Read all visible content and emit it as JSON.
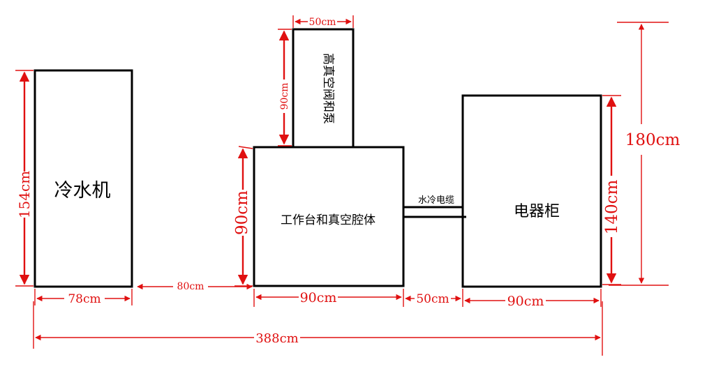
{
  "components": {
    "chiller": "冷水机",
    "workbench": "工作台和真空腔体",
    "valve": "高真空阀和泵",
    "cabinet": "电器柜",
    "cable": "水冷电缆"
  },
  "dimensions": {
    "chiller_height": "154cm",
    "chiller_width": "78cm",
    "gap": "80cm",
    "valve_height": "90cm",
    "valve_width": "50cm",
    "workbench_height": "90cm",
    "workbench_width": "90cm",
    "cable_gap": "50cm",
    "cabinet_width": "90cm",
    "cabinet_height": "140cm",
    "overall_height": "180cm",
    "total_width": "388cm"
  }
}
